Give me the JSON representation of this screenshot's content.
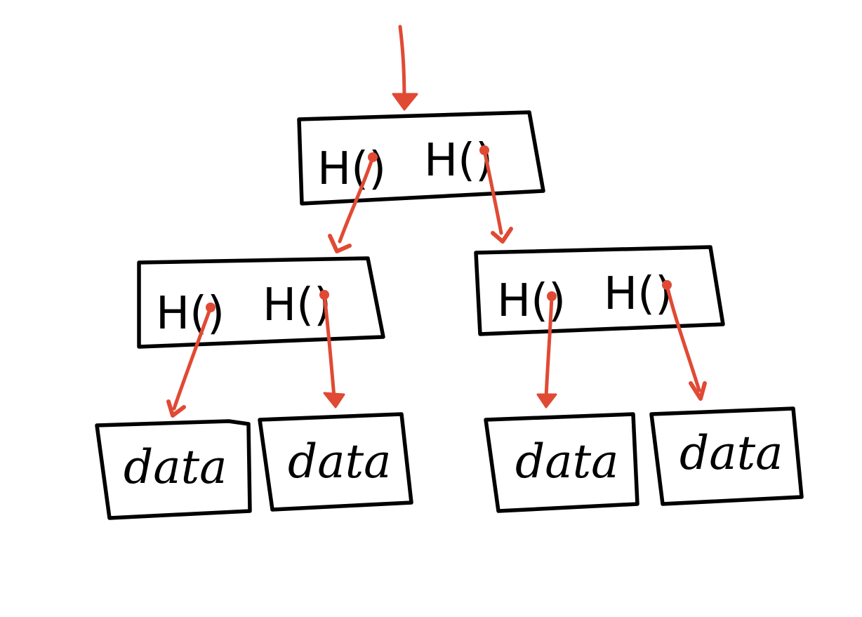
{
  "diagram": {
    "colors": {
      "ink": "#000000",
      "pointer": "#e04a34",
      "background": "#ffffff"
    },
    "root_arrow_icon": "arrow-down-icon",
    "hash_node": {
      "left_slot": "H()",
      "right_slot": "H()"
    },
    "leaf_label": "data",
    "nodes": [
      {
        "id": "root",
        "left": "H()",
        "right": "H()"
      },
      {
        "id": "left-internal",
        "left": "H()",
        "right": "H()"
      },
      {
        "id": "right-internal",
        "left": "H()",
        "right": "H()"
      }
    ],
    "leaves": [
      {
        "id": "leaf-1",
        "label": "data"
      },
      {
        "id": "leaf-2",
        "label": "data"
      },
      {
        "id": "leaf-3",
        "label": "data"
      },
      {
        "id": "leaf-4",
        "label": "data"
      }
    ]
  }
}
